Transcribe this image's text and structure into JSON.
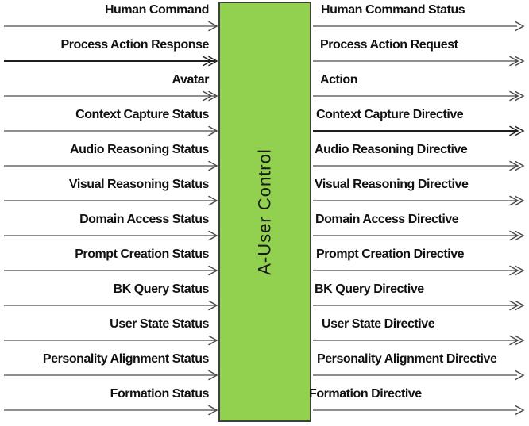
{
  "diagram": {
    "center_box": {
      "label": "A-User Control",
      "fill": "#92d050",
      "border_color": "#3f3f3f",
      "text_color": "#1a1a1a"
    },
    "line_color": "#4a4a4a",
    "thick_line_color": "#1f1f1f",
    "left_arrows": [
      {
        "label": "Human Command",
        "head": "single",
        "weight": 1
      },
      {
        "label": "Process Action Response",
        "head": "double",
        "weight": 2
      },
      {
        "label": "Avatar",
        "head": "double",
        "weight": 1
      },
      {
        "label": "Context Capture Status",
        "head": "single",
        "weight": 1
      },
      {
        "label": "Audio Reasoning Status",
        "head": "single",
        "weight": 1
      },
      {
        "label": "Visual Reasoning Status",
        "head": "single",
        "weight": 1
      },
      {
        "label": "Domain Access Status",
        "head": "single",
        "weight": 1
      },
      {
        "label": "Prompt Creation Status",
        "head": "single",
        "weight": 1
      },
      {
        "label": "BK Query Status",
        "head": "single",
        "weight": 1
      },
      {
        "label": "User State Status",
        "head": "single",
        "weight": 1
      },
      {
        "label": "Personality Alignment Status",
        "head": "single",
        "weight": 1
      },
      {
        "label": "Formation Status",
        "head": "single",
        "weight": 1
      }
    ],
    "right_arrows": [
      {
        "label": "Human Command Status",
        "head": "single",
        "weight": 1
      },
      {
        "label": "Process Action Request",
        "head": "double",
        "weight": 1
      },
      {
        "label": "Action",
        "head": "double",
        "weight": 1
      },
      {
        "label": "Context Capture Directive",
        "head": "double",
        "weight": 2
      },
      {
        "label": "Audio Reasoning Directive",
        "head": "double",
        "weight": 1
      },
      {
        "label": "Visual Reasoning Directive",
        "head": "double",
        "weight": 1
      },
      {
        "label": "Domain Access Directive",
        "head": "double",
        "weight": 1
      },
      {
        "label": "Prompt Creation Directive",
        "head": "double",
        "weight": 1
      },
      {
        "label": "BK Query Directive",
        "head": "double",
        "weight": 1
      },
      {
        "label": "User State Directive",
        "head": "double",
        "weight": 1
      },
      {
        "label": "Personality Alignment Directive",
        "head": "single",
        "weight": 1
      },
      {
        "label": "Formation Directive",
        "head": "single",
        "weight": 1
      }
    ]
  }
}
